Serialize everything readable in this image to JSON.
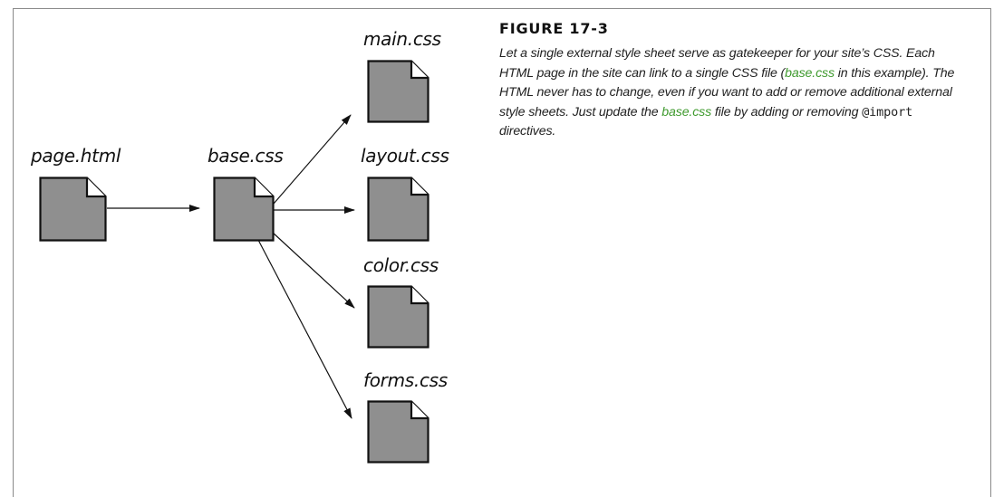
{
  "diagram": {
    "nodes": [
      {
        "id": "page",
        "label": "page.html"
      },
      {
        "id": "base",
        "label": "base.css"
      },
      {
        "id": "main",
        "label": "main.css"
      },
      {
        "id": "layout",
        "label": "layout.css"
      },
      {
        "id": "color",
        "label": "color.css"
      },
      {
        "id": "forms",
        "label": "forms.css"
      }
    ],
    "edges": [
      {
        "from": "page",
        "to": "base"
      },
      {
        "from": "base",
        "to": "main"
      },
      {
        "from": "base",
        "to": "layout"
      },
      {
        "from": "base",
        "to": "color"
      },
      {
        "from": "base",
        "to": "forms"
      }
    ],
    "colors": {
      "document_fill": "#8f8f8f",
      "document_stroke": "#111111",
      "arrow": "#111111"
    }
  },
  "caption": {
    "title": "FIGURE 17-3",
    "text_part_1": "Let a single external style sheet serve as gatekeeper for your site’s CSS. Each HTML page in the site can link to a single CSS file (",
    "highlight_1": "base.css",
    "text_part_2": " in this example). The HTML never has to change, even if you want to add or remove additional external style sheets. Just update the ",
    "highlight_2": "base.css",
    "text_part_3": " file by adding or removing ",
    "code": "@import",
    "text_part_4": " directives.",
    "highlight_color": "#3f9a2e"
  }
}
